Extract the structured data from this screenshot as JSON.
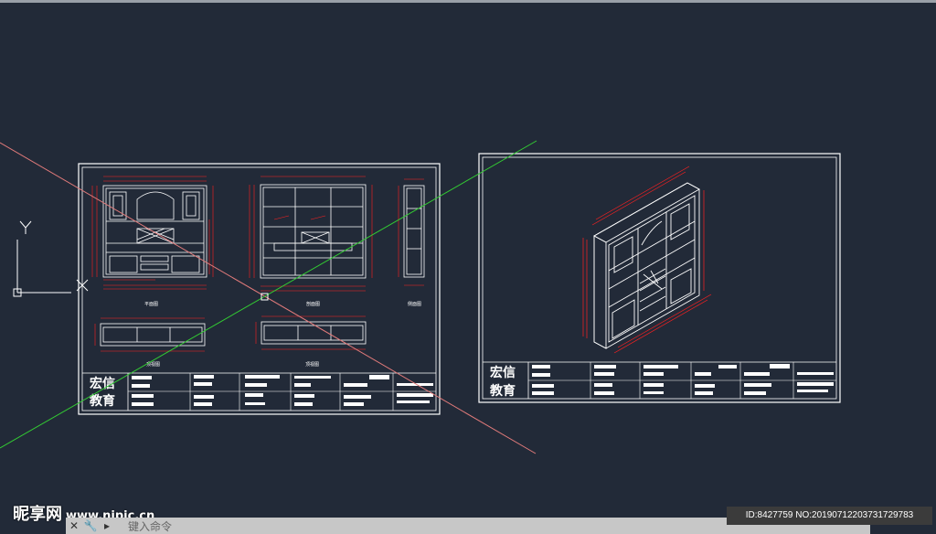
{
  "title_block": {
    "line1": "宏信",
    "line2": "教育"
  },
  "ucs": {
    "y_label": "Y",
    "x_label": "X"
  },
  "view_labels": {
    "front": "平面图",
    "section": "剖面图",
    "side": "侧面图",
    "top1": "顶视图",
    "top2": "顶视图"
  },
  "command_line": {
    "placeholder": "键入命令",
    "close_icon": "close-icon",
    "wrench_icon": "wrench-icon",
    "prompt_icon": "prompt-icon"
  },
  "watermark": {
    "logo_text": "昵享网",
    "url": "www.nipic.cn"
  },
  "image_id": "ID:8427759 NO:20190712203731729783",
  "colors": {
    "background": "#222a38",
    "drawing_line": "#ffffff",
    "dimension": "#ff2020",
    "crosshair_red": "#e07a7a",
    "crosshair_green": "#33cc33"
  }
}
